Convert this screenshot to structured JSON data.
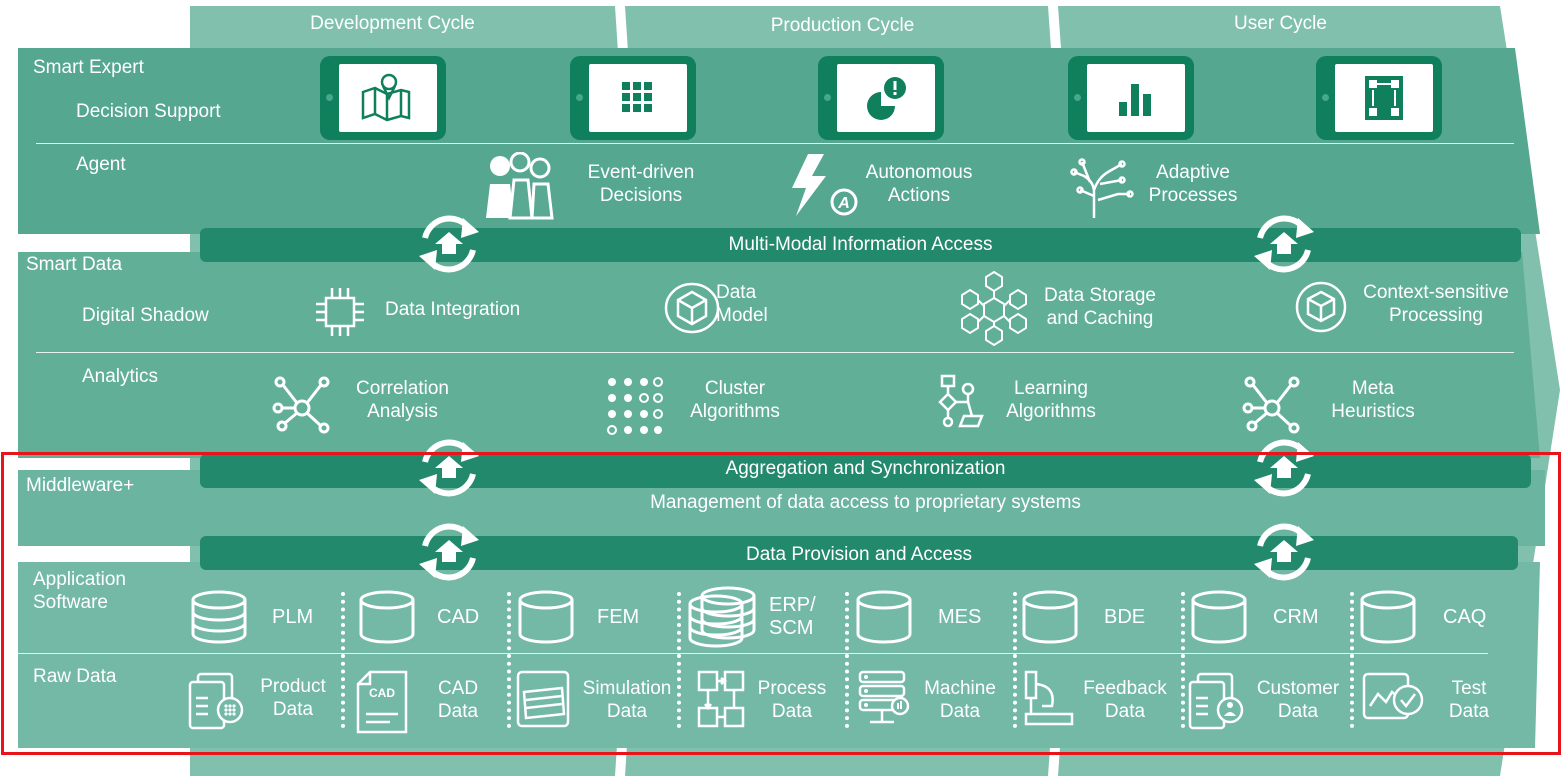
{
  "cycles": [
    "Development Cycle",
    "Production Cycle",
    "User Cycle"
  ],
  "left_labels": {
    "smart_expert": "Smart Expert",
    "decision_support": "Decision Support",
    "agent": "Agent",
    "smart_data": "Smart Data",
    "digital_shadow": "Digital Shadow",
    "analytics": "Analytics",
    "middleware": "Middleware+",
    "application_software": [
      "Application",
      "Software"
    ],
    "raw_data": "Raw Data"
  },
  "decision_support_icons": [
    "map-pin-icon",
    "grid-icon",
    "pie-alert-icon",
    "bar-chart-icon",
    "flowchart-icon"
  ],
  "agent_items": [
    {
      "icon": "people-icon",
      "lines": [
        "Event-driven",
        "Decisions"
      ]
    },
    {
      "icon": "lightning-icon",
      "lines": [
        "Autonomous",
        "Actions"
      ]
    },
    {
      "icon": "circuit-tree-icon",
      "lines": [
        "Adaptive",
        "Processes"
      ]
    }
  ],
  "bars": {
    "multi_modal": "Multi-Modal Information Access",
    "aggregation": "Aggregation and Synchronization",
    "management": "Management of data access to proprietary systems",
    "data_provision": "Data Provision and Access"
  },
  "digital_shadow_items": [
    {
      "icon": "chip-icon",
      "lines": [
        "Data Integration"
      ]
    },
    {
      "icon": "cube-icon",
      "lines": [
        "Data",
        "Model"
      ]
    },
    {
      "icon": "cube-network-icon",
      "lines": [
        "Data Storage",
        "and Caching"
      ]
    },
    {
      "icon": "cube-circle-icon",
      "lines": [
        "Context-sensitive",
        "Processing"
      ]
    }
  ],
  "analytics_items": [
    {
      "icon": "network-icon",
      "lines": [
        "Correlation",
        "Analysis"
      ]
    },
    {
      "icon": "dots-cluster-icon",
      "lines": [
        "Cluster",
        "Algorithms"
      ]
    },
    {
      "icon": "flow-diagram-icon",
      "lines": [
        "Learning",
        "Algorithms"
      ]
    },
    {
      "icon": "network-icon",
      "lines": [
        "Meta",
        "Heuristics"
      ]
    }
  ],
  "application_software": [
    {
      "lines": [
        "PLM"
      ]
    },
    {
      "lines": [
        "CAD"
      ]
    },
    {
      "lines": [
        "FEM"
      ]
    },
    {
      "lines": [
        "ERP/",
        "SCM"
      ]
    },
    {
      "lines": [
        "MES"
      ]
    },
    {
      "lines": [
        "BDE"
      ]
    },
    {
      "lines": [
        "CRM"
      ]
    },
    {
      "lines": [
        "CAQ"
      ]
    }
  ],
  "raw_data": [
    {
      "icon": "product-doc-icon",
      "lines": [
        "Product",
        "Data"
      ]
    },
    {
      "icon": "cad-file-icon",
      "icon_text": "CAD",
      "lines": [
        "CAD",
        "Data"
      ]
    },
    {
      "icon": "simulation-icon",
      "lines": [
        "Simulation",
        "Data"
      ]
    },
    {
      "icon": "process-icon",
      "lines": [
        "Process",
        "Data"
      ]
    },
    {
      "icon": "machine-icon",
      "lines": [
        "Machine",
        "Data"
      ]
    },
    {
      "icon": "microscope-icon",
      "lines": [
        "Feedback",
        "Data"
      ]
    },
    {
      "icon": "customer-doc-icon",
      "lines": [
        "Customer",
        "Data"
      ]
    },
    {
      "icon": "test-chart-icon",
      "lines": [
        "Test",
        "Data"
      ]
    }
  ],
  "colors": {
    "chevron": "#7fbfad",
    "layer": "#5aa993",
    "layer_light": "#6fb7a2",
    "bar": "#23896c",
    "tablet": "#0f7f5c",
    "highlight": "#e8141c"
  }
}
